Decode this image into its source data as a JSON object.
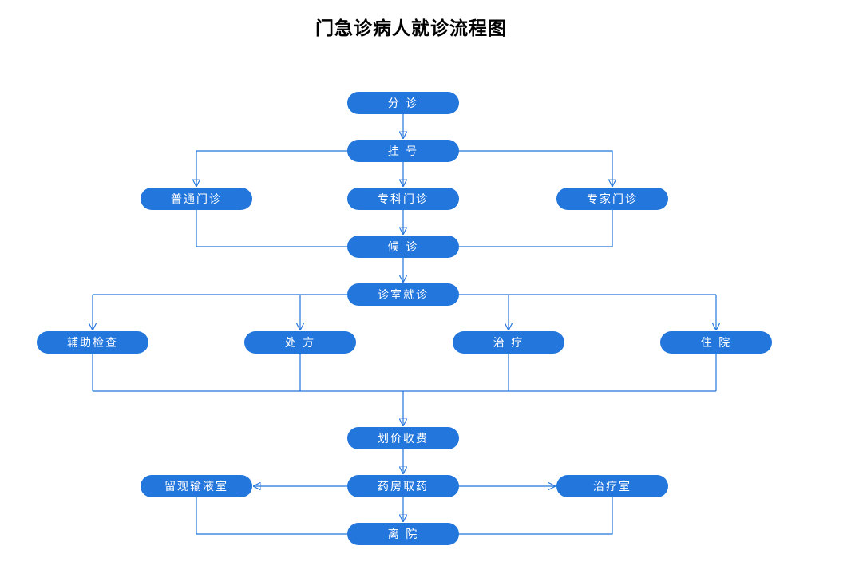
{
  "title": "门急诊病人就诊流程图",
  "colors": {
    "node_fill": "#2276DC",
    "connector": "#2276DC",
    "node_text": "#FFFFFF",
    "title_text": "#000000",
    "background": "#FFFFFF"
  },
  "nodes": {
    "triage": {
      "label": "分 诊"
    },
    "register": {
      "label": "挂 号"
    },
    "general": {
      "label": "普通门诊"
    },
    "specialist": {
      "label": "专科门诊"
    },
    "expert": {
      "label": "专家门诊"
    },
    "waiting": {
      "label": "候 诊"
    },
    "consult": {
      "label": "诊室就诊"
    },
    "aux_exam": {
      "label": "辅助检查"
    },
    "prescription": {
      "label": "处 方"
    },
    "treatment": {
      "label": "治 疗"
    },
    "hospitalize": {
      "label": "住 院"
    },
    "pricing": {
      "label": "划价收费"
    },
    "pharmacy": {
      "label": "药房取药"
    },
    "observation": {
      "label": "留观输液室"
    },
    "treatment_room": {
      "label": "治疗室"
    },
    "discharge": {
      "label": "离 院"
    }
  },
  "edges": [
    {
      "from": "分 诊",
      "to": "挂 号"
    },
    {
      "from": "挂 号",
      "to": "普通门诊"
    },
    {
      "from": "挂 号",
      "to": "专科门诊"
    },
    {
      "from": "挂 号",
      "to": "专家门诊"
    },
    {
      "from": "普通门诊",
      "to": "候 诊"
    },
    {
      "from": "专科门诊",
      "to": "候 诊"
    },
    {
      "from": "专家门诊",
      "to": "候 诊"
    },
    {
      "from": "候 诊",
      "to": "诊室就诊"
    },
    {
      "from": "诊室就诊",
      "to": "辅助检查"
    },
    {
      "from": "诊室就诊",
      "to": "处 方"
    },
    {
      "from": "诊室就诊",
      "to": "治 疗"
    },
    {
      "from": "诊室就诊",
      "to": "住 院"
    },
    {
      "from": "辅助检查",
      "to": "划价收费"
    },
    {
      "from": "处 方",
      "to": "划价收费"
    },
    {
      "from": "治 疗",
      "to": "划价收费"
    },
    {
      "from": "住 院",
      "to": "划价收费"
    },
    {
      "from": "划价收费",
      "to": "药房取药"
    },
    {
      "from": "药房取药",
      "to": "留观输液室"
    },
    {
      "from": "药房取药",
      "to": "治疗室"
    },
    {
      "from": "药房取药",
      "to": "离 院"
    },
    {
      "from": "留观输液室",
      "to": "离 院"
    },
    {
      "from": "治疗室",
      "to": "离 院"
    }
  ]
}
